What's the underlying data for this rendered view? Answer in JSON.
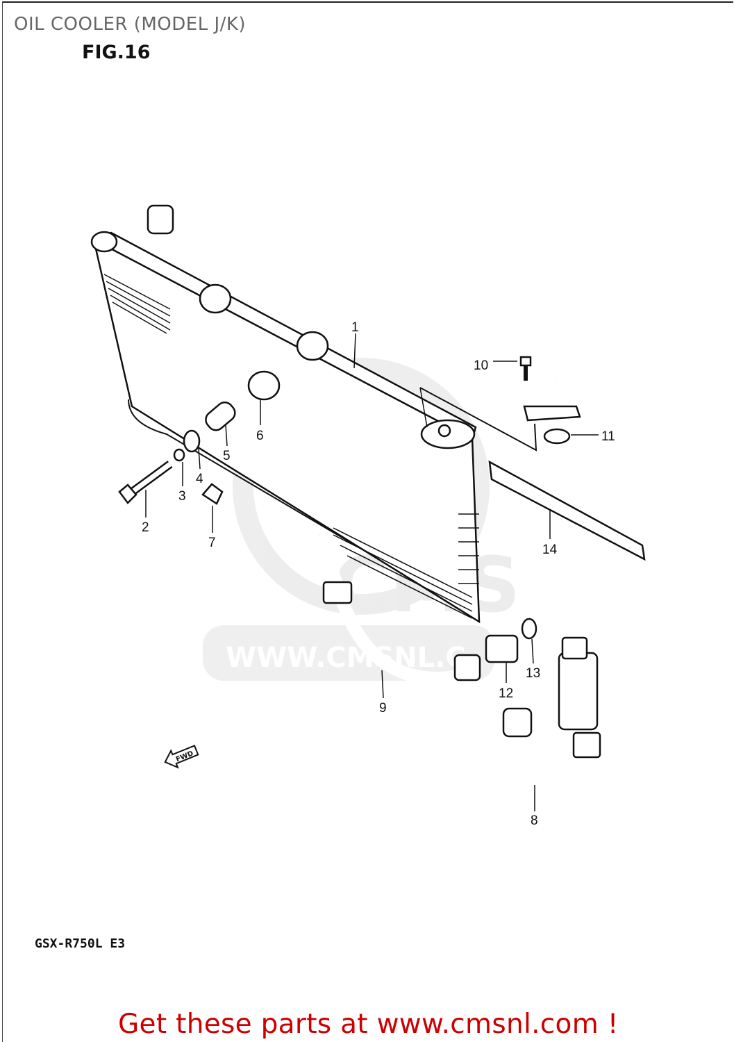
{
  "header": {
    "title": "OIL COOLER (MODEL J/K)",
    "figure": "FIG.16"
  },
  "footer": {
    "model_code": "GSX-R750L  E3",
    "promo": "Get these parts at www.cmsnl.com !"
  },
  "watermark": {
    "text": "WWW.CMSNL.COM",
    "logo": "CMS"
  },
  "direction_marker": "FWD",
  "callouts": [
    "1",
    "2",
    "3",
    "4",
    "5",
    "6",
    "7",
    "8",
    "9",
    "10",
    "11",
    "12",
    "13",
    "14"
  ],
  "colors": {
    "promo": "#cc0000",
    "title": "#666666",
    "line": "#111111",
    "watermark": "#e6e6e6"
  }
}
